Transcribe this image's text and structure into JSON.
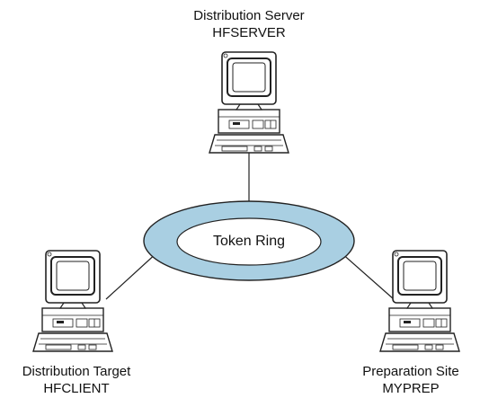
{
  "nodes": {
    "server": {
      "role": "Distribution Server",
      "name": "HFSERVER"
    },
    "target": {
      "role": "Distribution Target",
      "name": "HFCLIENT"
    },
    "prep": {
      "role": "Preparation Site",
      "name": "MYPREP"
    }
  },
  "network": {
    "label": "Token Ring"
  },
  "colors": {
    "ring_fill": "#a9cfe2",
    "ring_stroke": "#222222",
    "ring_center": "#ffffff",
    "line": "#222222"
  }
}
